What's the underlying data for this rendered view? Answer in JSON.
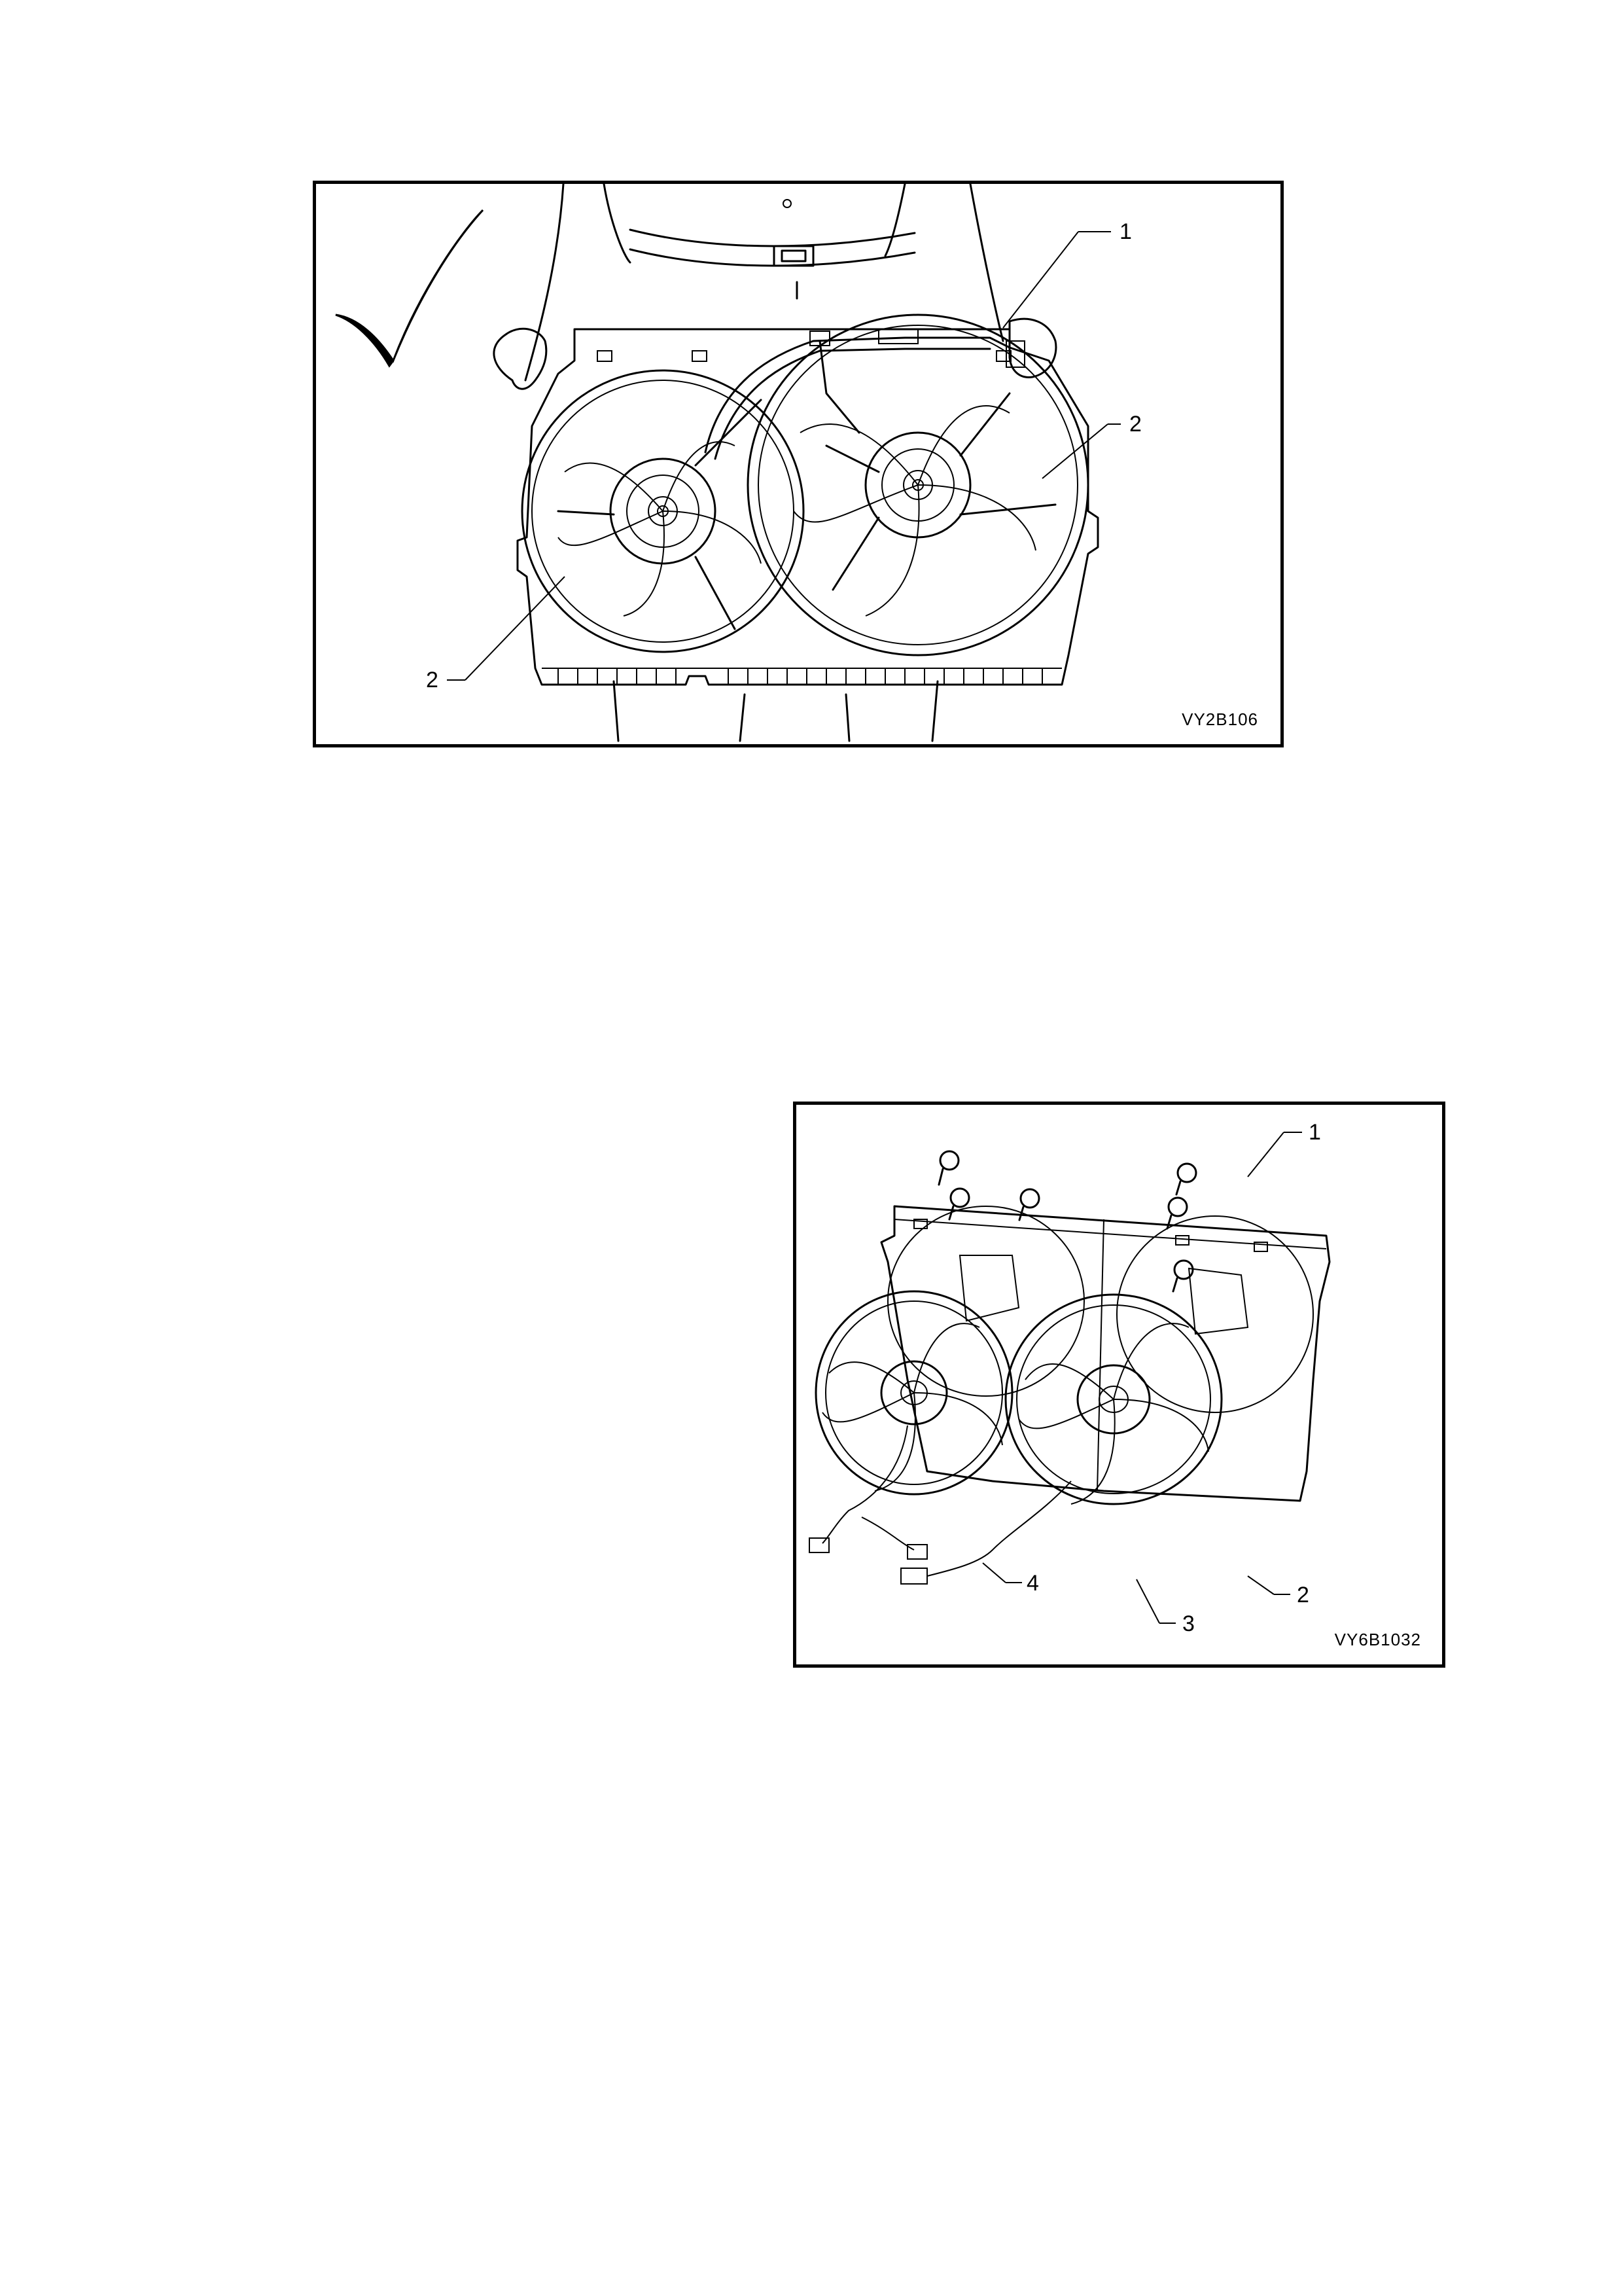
{
  "figures": [
    {
      "code": "VY2B106",
      "callouts": [
        "1",
        "2",
        "2"
      ]
    },
    {
      "code": "VY6B1032",
      "callouts": [
        "1",
        "2",
        "3",
        "4"
      ]
    }
  ]
}
